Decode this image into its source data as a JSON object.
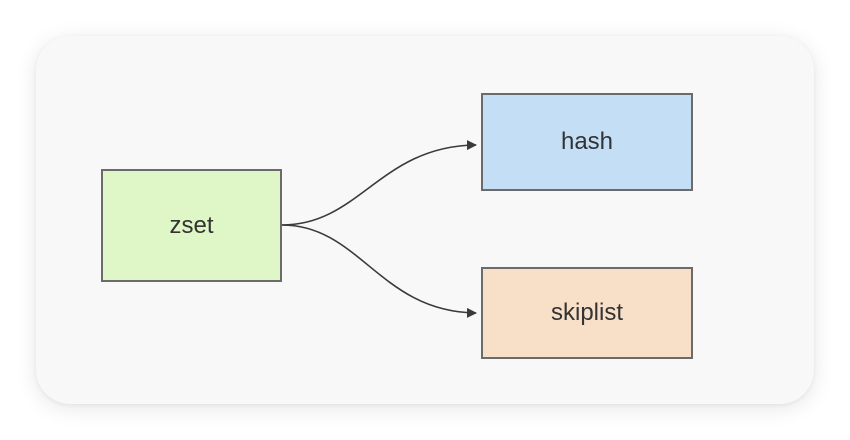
{
  "nodes": [
    {
      "id": "zset",
      "label": "zset",
      "fill": "#dff7c6"
    },
    {
      "id": "hash",
      "label": "hash",
      "fill": "#c3def5"
    },
    {
      "id": "skiplist",
      "label": "skiplist",
      "fill": "#f8dfc8"
    }
  ],
  "edges": [
    {
      "from": "zset",
      "to": "hash"
    },
    {
      "from": "zset",
      "to": "skiplist"
    }
  ],
  "colors": {
    "stroke": "#6b6b6b",
    "arrow": "#3a3a3a"
  }
}
